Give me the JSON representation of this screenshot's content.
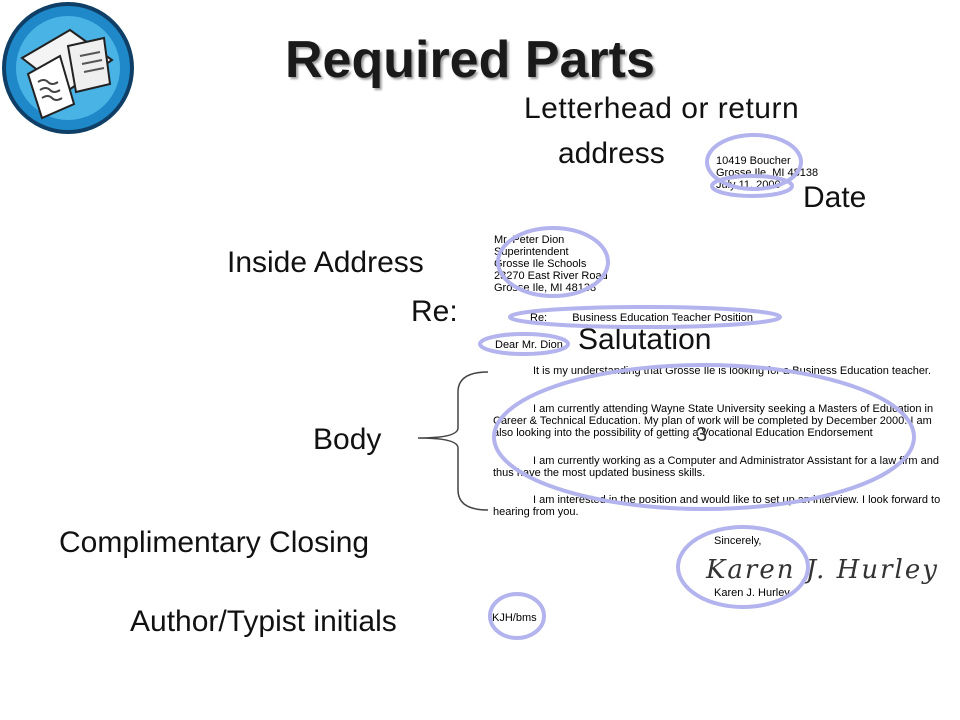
{
  "slide": {
    "title": "Required Parts",
    "icon": "envelope-letters-icon"
  },
  "labels": {
    "letterhead_line1": "Letterhead or return",
    "letterhead_line2": "address",
    "date": "Date",
    "inside_address": "Inside Address",
    "re": "Re:",
    "salutation": "Salutation",
    "body": "Body",
    "closing": "Complimentary Closing",
    "initials": "Author/Typist initials",
    "paragraph_count": "3"
  },
  "letter": {
    "return_address": [
      "10419 Boucher",
      "Grosse Ile, MI 48138"
    ],
    "date": "July 11, 2000",
    "inside_address": [
      "Mr. Peter Dion",
      "Superintendent",
      "Grosse Ile Schools",
      "23270 East River Road",
      "Grosse Ile, MI 48138"
    ],
    "re_label": "Re:",
    "re_text": "Business Education Teacher Position",
    "salutation": "Dear Mr. Dion",
    "paragraphs": [
      "It is my understanding that Grosse Ile is looking for a Business Education teacher.",
      "I am currently attending Wayne State University seeking a Masters of Education in Career & Technical Education.  My plan of work will be completed by December 2000.  I am also looking into the possibility of getting a Vocational Education Endorsement",
      "I am currently working as a Computer and Administrator Assistant for a law firm and thus have the most updated business skills.",
      "I am interested in the position and would like to set up an interview.  I look forward to hearing from you."
    ],
    "closing": "Sincerely,",
    "signature": "Karen J. Hurley",
    "typed_name": "Karen J. Hurley",
    "initials": "KJH/bms"
  },
  "colors": {
    "highlight": "#b3b3ee",
    "icon_ring": "#1e88c8",
    "icon_inner": "#49b3e6"
  }
}
